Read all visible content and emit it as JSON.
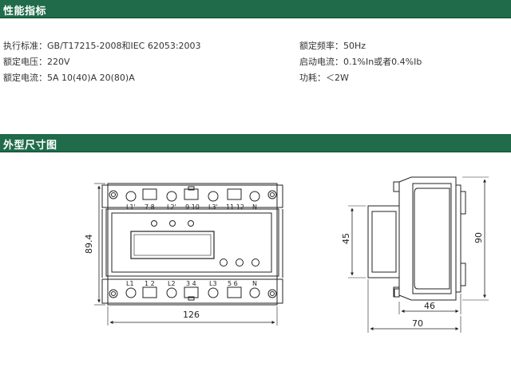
{
  "headers": {
    "performance": "性能指标",
    "dimensions": "外型尺寸图"
  },
  "specs": {
    "left": [
      "执行标准：GB/T17215-2008和IEC 62053:2003",
      "额定电压：220V",
      "额定电流：5A 10(40)A 20(80)A"
    ],
    "right": [
      "额定频率：50Hz",
      "启动电流：0.1%In或者0.4%Ib",
      "功耗：＜2W"
    ]
  },
  "front_view": {
    "top_terminals": [
      "L1'",
      "7 8",
      "L2'",
      "9 10",
      "L3'",
      "11 12",
      "N"
    ],
    "bottom_terminals": [
      "L1",
      "1 2",
      "L2",
      "3 4",
      "L3",
      "5 6",
      "N"
    ],
    "height_dim": "89.4",
    "width_dim": "126"
  },
  "side_view": {
    "dim_45": "45",
    "dim_90": "90",
    "dim_46": "46",
    "dim_70": "70"
  },
  "colors": {
    "header_bg": "#1f6b4a",
    "header_text": "#ffffff"
  }
}
